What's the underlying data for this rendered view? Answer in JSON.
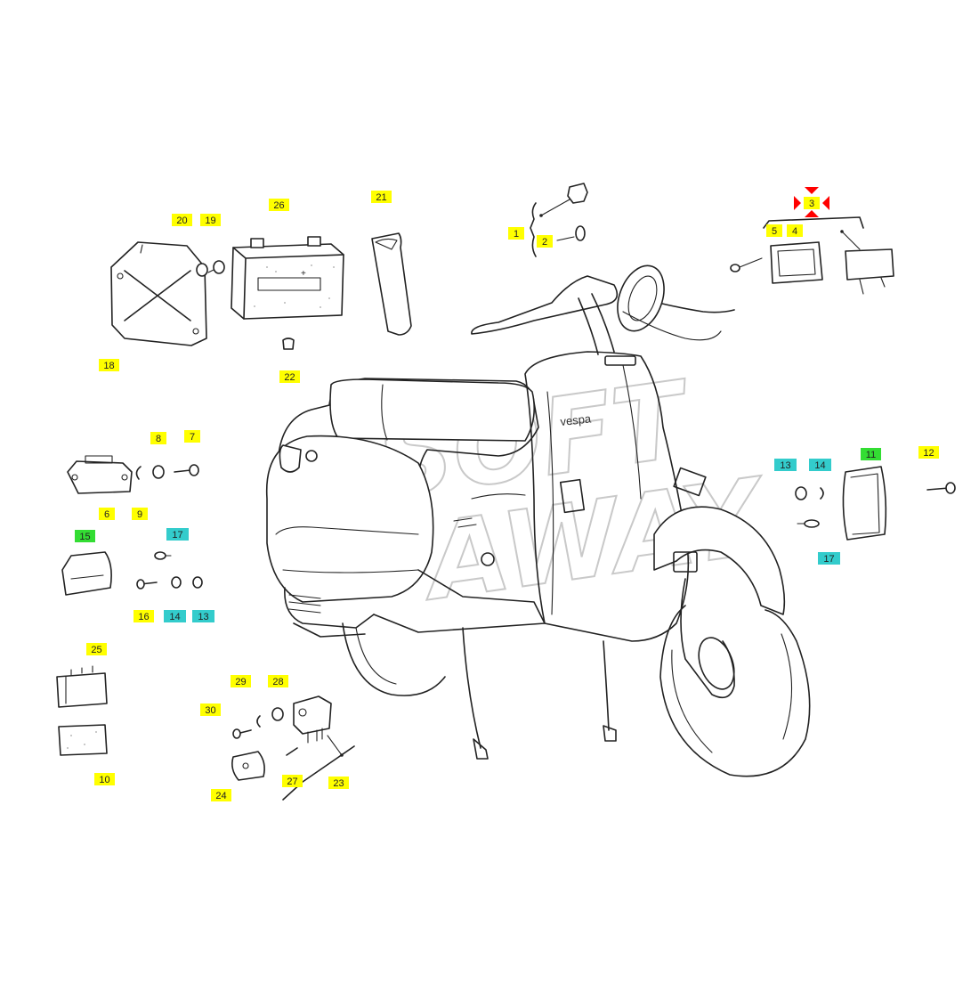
{
  "watermark": {
    "line1": "SOFT",
    "line2": "AWAY"
  },
  "scooter_brand": "vespa",
  "highlight_colors": {
    "yellow": "#ffff00",
    "cyan": "#33cccc",
    "green": "#33dd33",
    "selected": "#ff0000"
  },
  "selected_part": "3",
  "labels": [
    {
      "id": "l1",
      "text": "1",
      "color": "yellow"
    },
    {
      "id": "l2",
      "text": "2",
      "color": "yellow"
    },
    {
      "id": "l3",
      "text": "3",
      "color": "yellow"
    },
    {
      "id": "l4",
      "text": "4",
      "color": "yellow"
    },
    {
      "id": "l5",
      "text": "5",
      "color": "yellow"
    },
    {
      "id": "l6",
      "text": "6",
      "color": "yellow"
    },
    {
      "id": "l7",
      "text": "7",
      "color": "yellow"
    },
    {
      "id": "l8",
      "text": "8",
      "color": "yellow"
    },
    {
      "id": "l9",
      "text": "9",
      "color": "yellow"
    },
    {
      "id": "l10",
      "text": "10",
      "color": "yellow"
    },
    {
      "id": "l11",
      "text": "11",
      "color": "green"
    },
    {
      "id": "l12",
      "text": "12",
      "color": "yellow"
    },
    {
      "id": "l13a",
      "text": "13",
      "color": "cyan"
    },
    {
      "id": "l13b",
      "text": "13",
      "color": "cyan"
    },
    {
      "id": "l14a",
      "text": "14",
      "color": "cyan"
    },
    {
      "id": "l14b",
      "text": "14",
      "color": "cyan"
    },
    {
      "id": "l15",
      "text": "15",
      "color": "green"
    },
    {
      "id": "l16",
      "text": "16",
      "color": "yellow"
    },
    {
      "id": "l17a",
      "text": "17",
      "color": "cyan"
    },
    {
      "id": "l17b",
      "text": "17",
      "color": "cyan"
    },
    {
      "id": "l18",
      "text": "18",
      "color": "yellow"
    },
    {
      "id": "l19",
      "text": "19",
      "color": "yellow"
    },
    {
      "id": "l20",
      "text": "20",
      "color": "yellow"
    },
    {
      "id": "l21",
      "text": "21",
      "color": "yellow"
    },
    {
      "id": "l22",
      "text": "22",
      "color": "yellow"
    },
    {
      "id": "l23",
      "text": "23",
      "color": "yellow"
    },
    {
      "id": "l24",
      "text": "24",
      "color": "yellow"
    },
    {
      "id": "l25",
      "text": "25",
      "color": "yellow"
    },
    {
      "id": "l26",
      "text": "26",
      "color": "yellow"
    },
    {
      "id": "l27",
      "text": "27",
      "color": "yellow"
    },
    {
      "id": "l28",
      "text": "28",
      "color": "yellow"
    },
    {
      "id": "l29",
      "text": "29",
      "color": "yellow"
    },
    {
      "id": "l30",
      "text": "30",
      "color": "yellow"
    }
  ]
}
